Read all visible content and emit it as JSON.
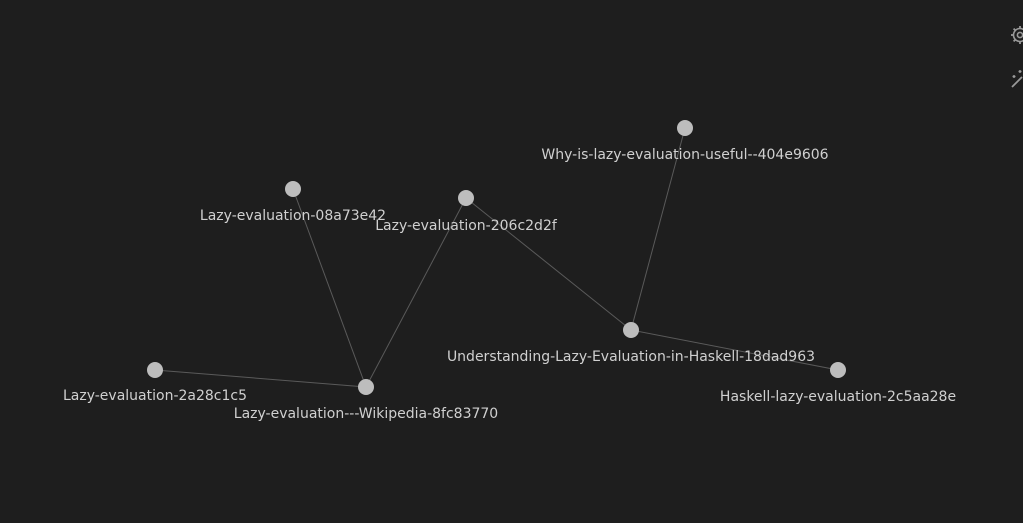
{
  "graph": {
    "nodes": [
      {
        "id": "n1",
        "label": "Why-is-lazy-evaluation-useful--404e9606"
      },
      {
        "id": "n2",
        "label": "Lazy-evaluation-08a73e42"
      },
      {
        "id": "n3",
        "label": "Lazy-evaluation-206c2d2f"
      },
      {
        "id": "n4",
        "label": "Understanding-Lazy-Evaluation-in-Haskell-18dad963"
      },
      {
        "id": "n5",
        "label": "Lazy-evaluation-2a28c1c5"
      },
      {
        "id": "n6",
        "label": "Lazy-evaluation---Wikipedia-8fc83770"
      },
      {
        "id": "n7",
        "label": "Haskell-lazy-evaluation-2c5aa28e"
      }
    ],
    "edges": [
      [
        "n1",
        "n4"
      ],
      [
        "n3",
        "n4"
      ],
      [
        "n4",
        "n7"
      ],
      [
        "n2",
        "n6"
      ],
      [
        "n3",
        "n6"
      ],
      [
        "n5",
        "n6"
      ]
    ]
  },
  "controls": {
    "settings_icon": "gear-icon",
    "magic_icon": "magic-wand-icon"
  },
  "colors": {
    "background": "#1e1e1e",
    "node": "#bdbdbd",
    "edge": "#5a5a5a",
    "label": "#d0d0d0"
  }
}
